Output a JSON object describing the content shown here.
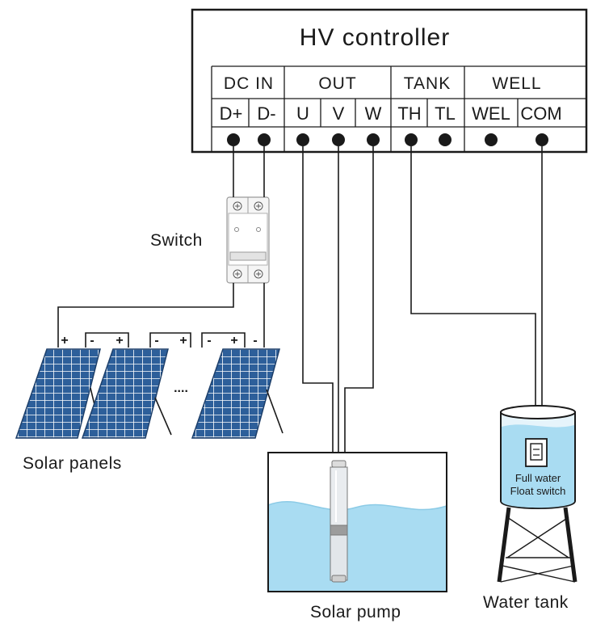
{
  "controller": {
    "title": "HV controller",
    "groups": [
      {
        "label": "DC IN",
        "terminals": [
          "D+",
          "D-"
        ]
      },
      {
        "label": "OUT",
        "terminals": [
          "U",
          "V",
          "W"
        ]
      },
      {
        "label": "TANK",
        "terminals": [
          "TH",
          "TL"
        ]
      },
      {
        "label": "WELL",
        "terminals": [
          "WEL",
          "COM"
        ]
      }
    ]
  },
  "switch": {
    "label": "Switch"
  },
  "solar_panels": {
    "label": "Solar panels",
    "ellipsis": "....",
    "polarity_marks": [
      "+",
      "-",
      "+",
      "-",
      "+",
      "-",
      "+",
      "-"
    ]
  },
  "pump": {
    "label": "Solar pump"
  },
  "water_tank": {
    "label": "Water tank",
    "float_switch_line1": "Full water",
    "float_switch_line2": "Float switch"
  },
  "colors": {
    "line": "#1a1a1a",
    "water": "#a9dcf2",
    "panel": "#2d5f9a",
    "tank_glass": "#e6f4fb"
  }
}
